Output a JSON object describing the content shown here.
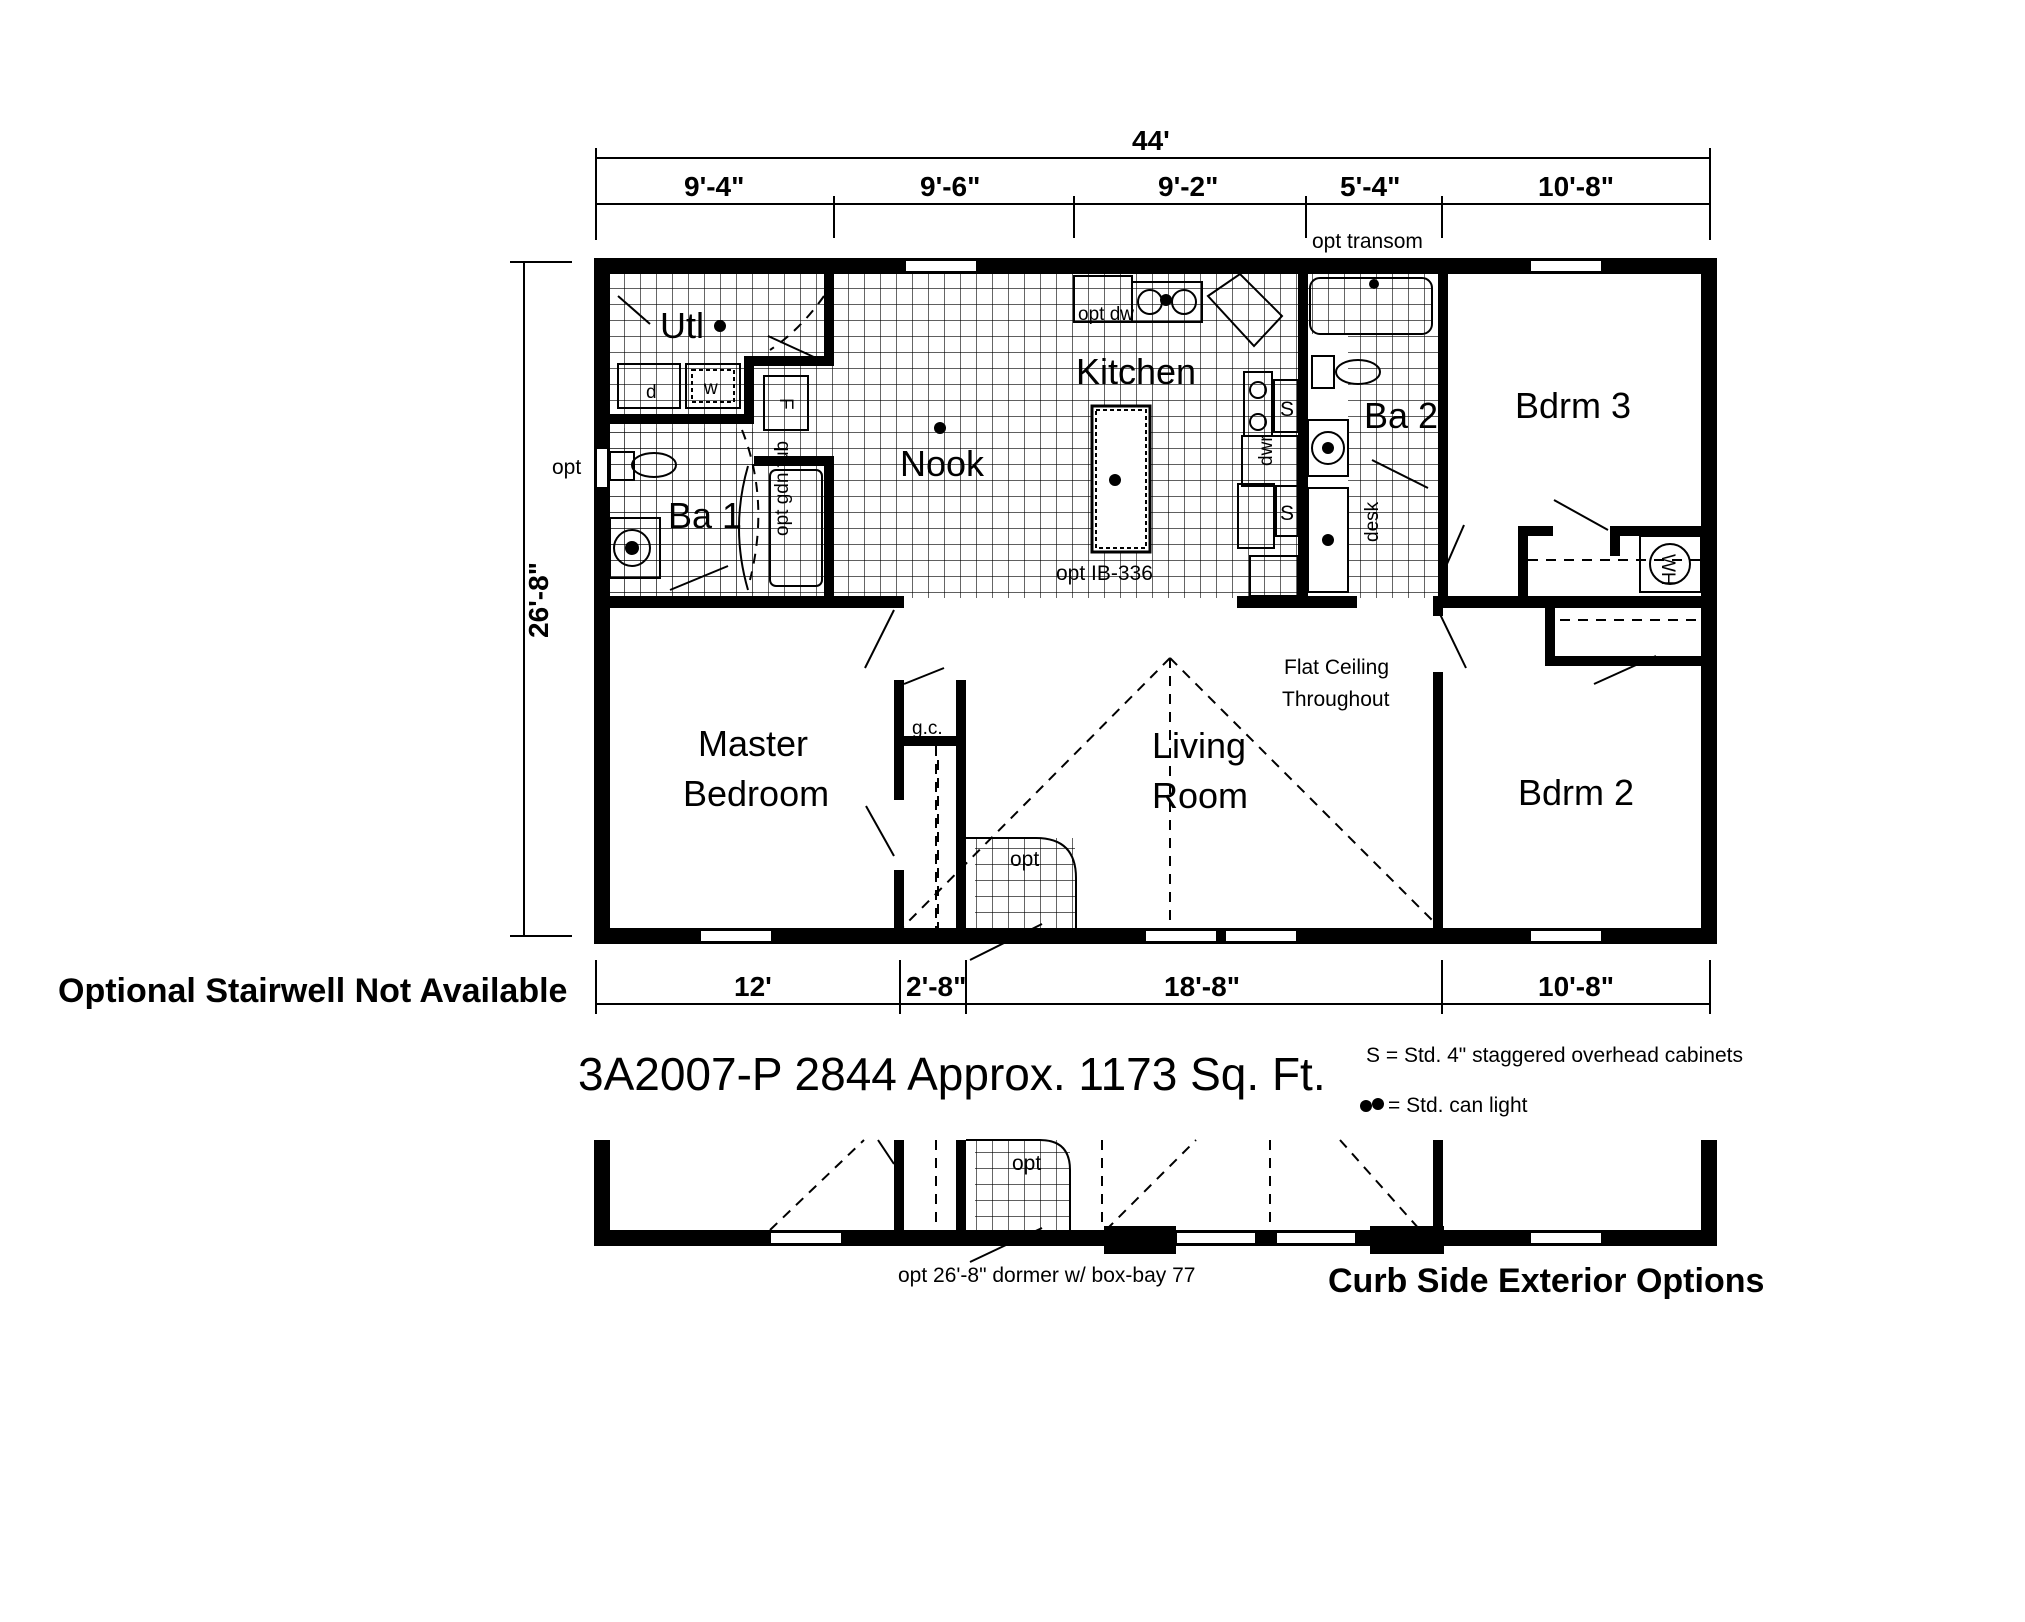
{
  "overall_width": "44'",
  "overall_depth": "26'-8\"",
  "top_dimensions": [
    "9'-4\"",
    "9'-6\"",
    "9'-2\"",
    "5'-4\"",
    "10'-8\""
  ],
  "bottom_dimensions": [
    "12'",
    "2'-8\"",
    "18'-8\"",
    "10'-8\""
  ],
  "rooms": {
    "utl": "Utl",
    "nook": "Nook",
    "kitchen": "Kitchen",
    "ba1": "Ba 1",
    "ba2": "Ba 2",
    "bdrm3": "Bdrm 3",
    "bdrm2": "Bdrm 2",
    "master_line1": "Master",
    "master_line2": "Bedroom",
    "living_line1": "Living",
    "living_line2": "Room"
  },
  "fixtures": {
    "dryer": "d",
    "washer": "w",
    "furnace": "F",
    "opt_dw": "opt dw",
    "s_upper": "S",
    "s_lower": "S",
    "dwr": "dwr",
    "desk": "desk",
    "wh": "WH",
    "gc": "g.c.",
    "opt_gdn_tub": "opt gdn tub",
    "opt_left": "opt",
    "opt_island": "opt IB-336",
    "opt_transom": "opt transom",
    "opt_fireplace": "opt",
    "opt_fireplace_alt": "opt"
  },
  "notes": {
    "flat_ceiling_1": "Flat Ceiling",
    "flat_ceiling_2": "Throughout",
    "stairwell": "Optional Stairwell Not Available",
    "model_title": "3A2007-P 2844 Approx. 1173 Sq. Ft.",
    "legend_s": "S = Std. 4\" staggered overhead cabinets",
    "legend_light": "= Std. can light",
    "dormer": "opt 26'-8\" dormer w/ box-bay 77",
    "curb_side": "Curb Side Exterior Options"
  }
}
